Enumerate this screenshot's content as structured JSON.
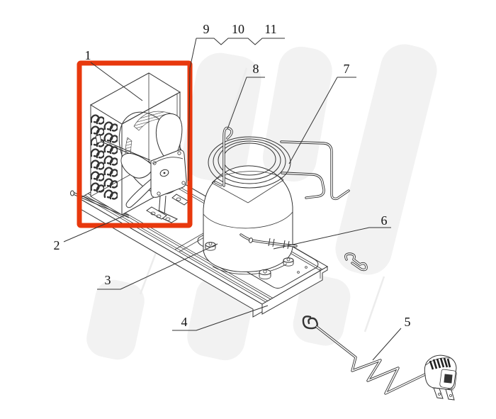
{
  "figure": {
    "type": "technical assembly line drawing",
    "subject": "refrigeration condensing unit exploded-view style diagram",
    "callouts": [
      {
        "label": "1"
      },
      {
        "label": "2"
      },
      {
        "label": "3"
      },
      {
        "label": "4"
      },
      {
        "label": "5"
      },
      {
        "label": "6"
      },
      {
        "label": "7"
      },
      {
        "label": "8"
      },
      {
        "label": "9"
      },
      {
        "label": "10"
      },
      {
        "label": "11"
      }
    ],
    "grouped_callouts": {
      "shared_leader_labels": [
        "9",
        "10",
        "11"
      ]
    },
    "highlight_box": {
      "color": "#e8380d",
      "around_callout": "1"
    },
    "colors": {
      "background": "#ffffff",
      "line": "#333333",
      "watermark": "#f2f2f2",
      "label_text": "#111111"
    }
  }
}
